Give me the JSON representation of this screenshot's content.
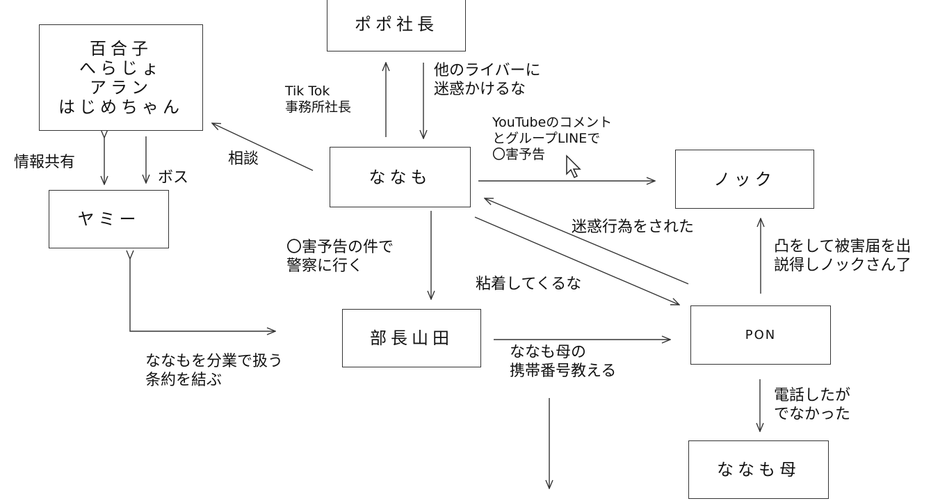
{
  "nodes": {
    "popo": "ポポ社長",
    "yuriko": "百合子\nへらじょ\nアラン\nはじめちゃん",
    "yami": "ヤミー",
    "nanamo": "ななも",
    "nokku": "ノック",
    "bucho": "部長山田",
    "pon": "PON",
    "nanamo_mother": "ななも母"
  },
  "labels": {
    "tiktok": "Tik Tok\n事務所社長",
    "other_liver": "他のライバーに\n迷惑かけるな",
    "youtube": "YouTubeのコメント\nとグループLINEで\n〇害予告",
    "soudan": "相談",
    "joho": "情報共有",
    "boss": "ボス",
    "keisatsu": "〇害予告の件で\n警察に行く",
    "meiwaku": "迷惑行為をされた",
    "nenchaku": "粘着してくるな",
    "totsu": "凸をして被害届を出\n説得しノックさん了",
    "bungyo": "ななもを分業で扱う\n条約を結ぶ",
    "keitai": "ななも母の\n携帯番号教える",
    "denwa": "電話したが\nでなかった"
  },
  "colors": {
    "line": "#333333",
    "text": "#111111"
  }
}
